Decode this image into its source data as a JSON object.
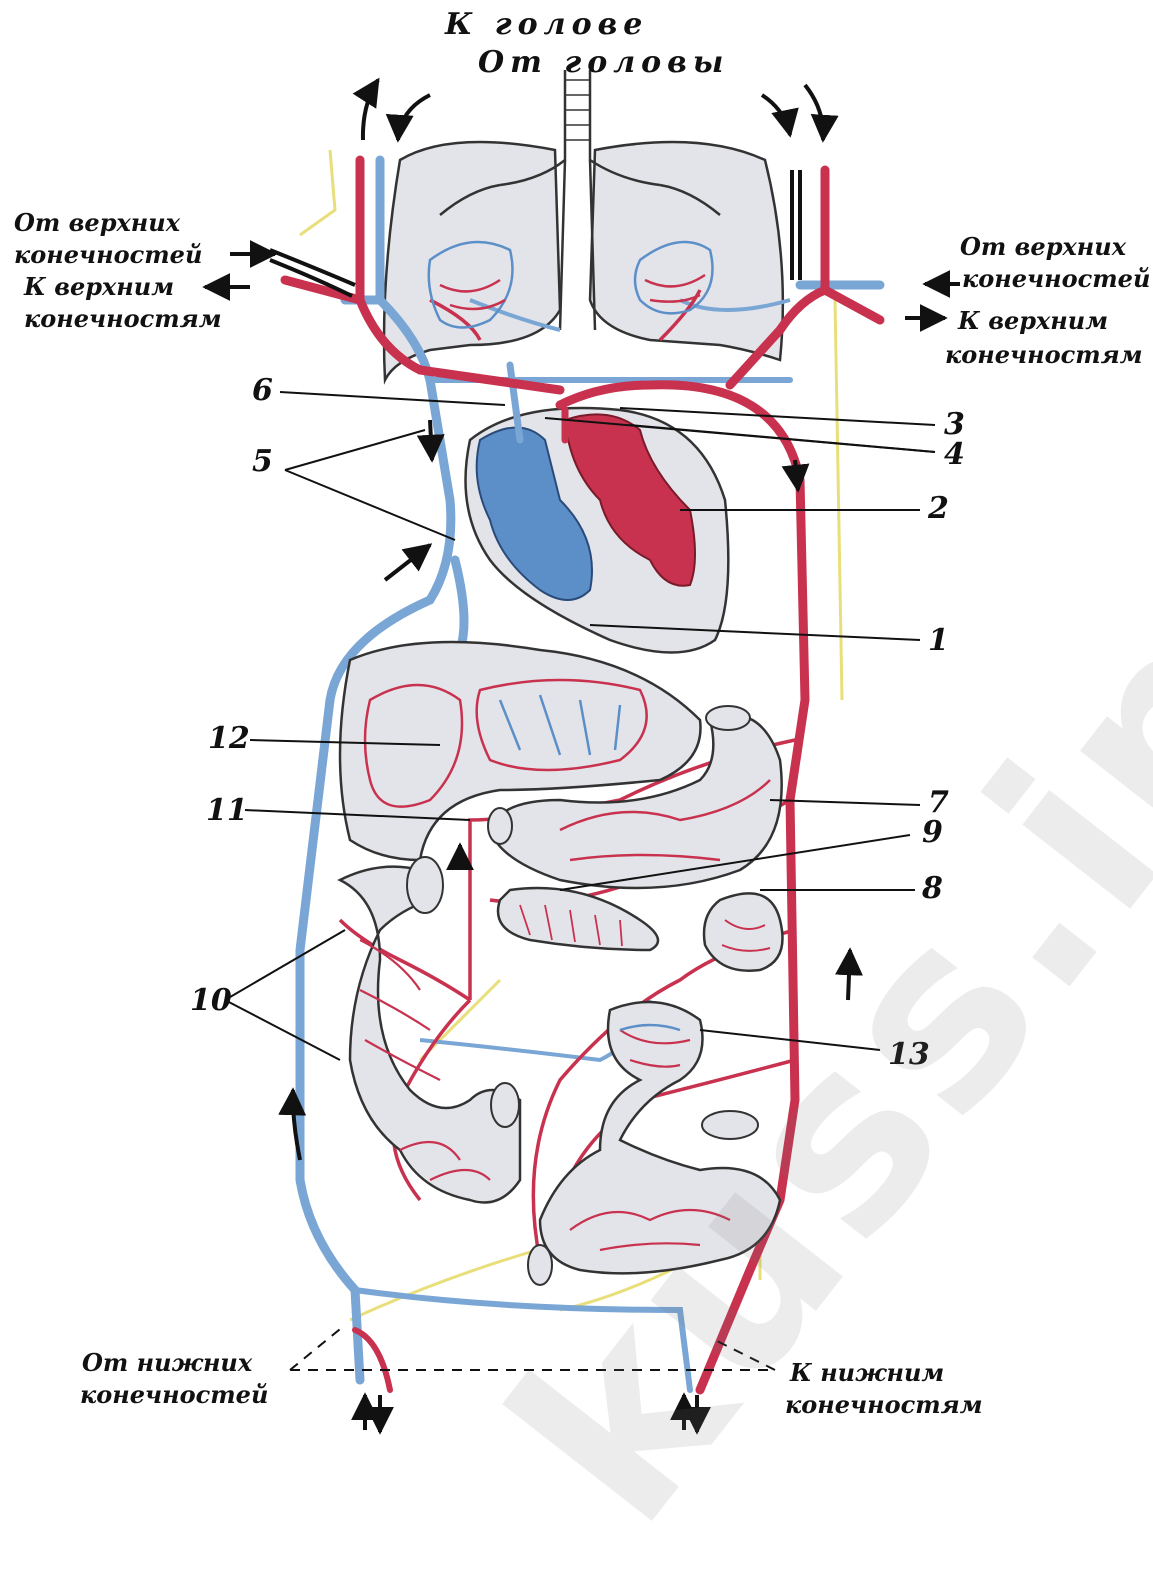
{
  "header": {
    "to_head": "К голове",
    "from_head": "От головы"
  },
  "left_labels": {
    "from_upper_1": "От верхних",
    "from_upper_2": "конечностей",
    "to_upper_1": "К верхним",
    "to_upper_2": "конечностям"
  },
  "right_labels": {
    "from_upper_1": "От верхних",
    "from_upper_2": "конечностей",
    "to_upper_1": "К верхним",
    "to_upper_2": "конечностям"
  },
  "bottom_labels": {
    "from_lower_1": "От нижних",
    "from_lower_2": "конечностей",
    "to_lower_1": "К нижним",
    "to_lower_2": "конечностям"
  },
  "numbers": {
    "n1": "1",
    "n2": "2",
    "n3": "3",
    "n4": "4",
    "n5": "5",
    "n6": "6",
    "n7": "7",
    "n8": "8",
    "n9": "9",
    "n10": "10",
    "n11": "11",
    "n12": "12",
    "n13": "13"
  },
  "watermark": "kuss.info.ru",
  "colors": {
    "artery": "#c8324f",
    "vein": "#7aa6d6",
    "organ_fill": "#e3e4e9",
    "lymph": "#e8df7a"
  }
}
